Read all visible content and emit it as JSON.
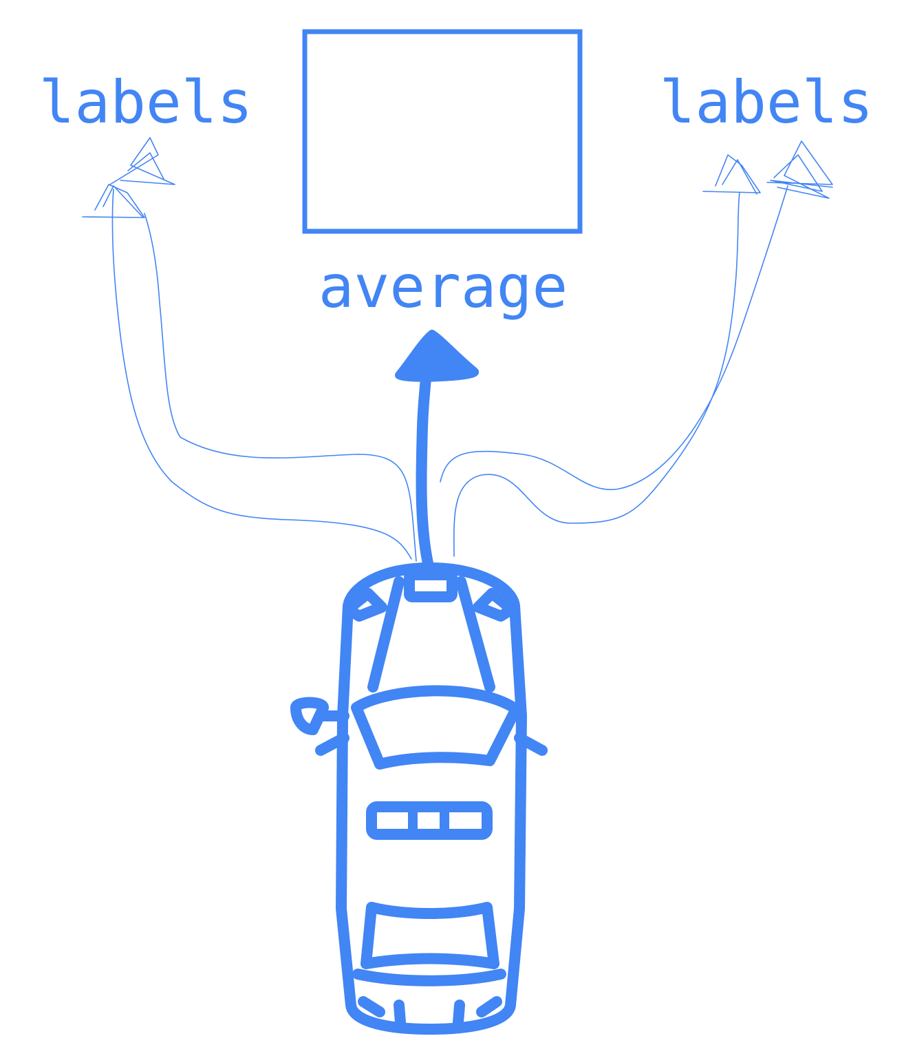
{
  "labels": {
    "left": "labels",
    "right": "labels",
    "center": "average"
  },
  "colors": {
    "accent": "#4285F4"
  },
  "icons": {
    "vehicle": "car-top-view-icon"
  }
}
